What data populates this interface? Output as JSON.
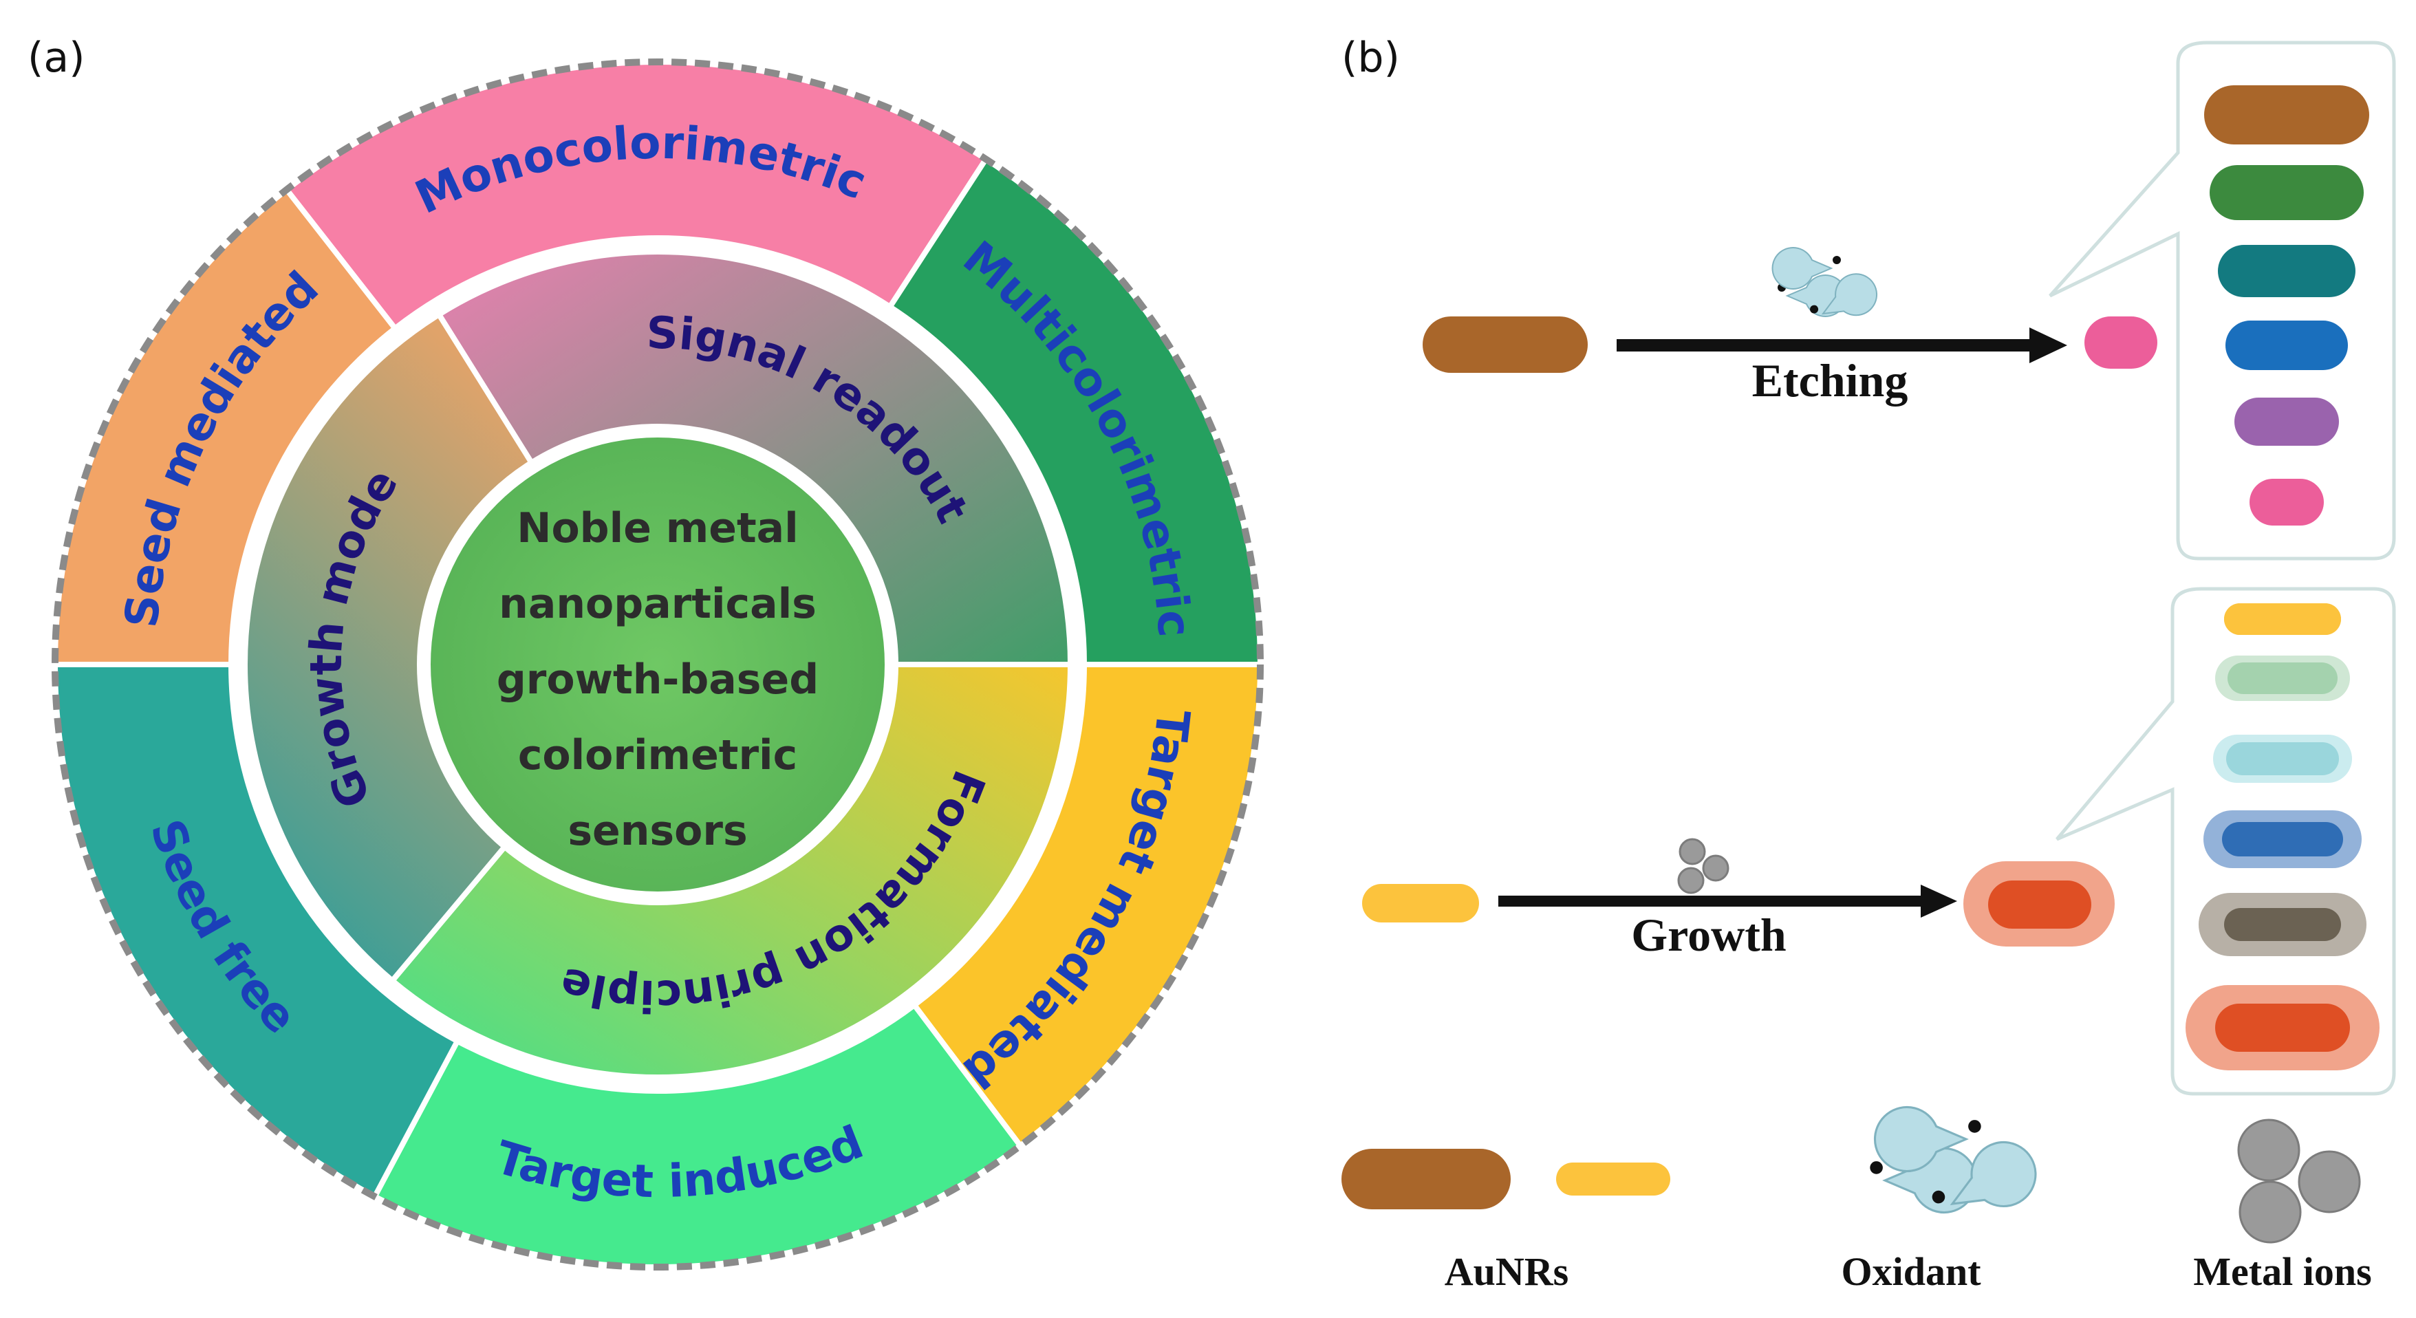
{
  "panel_a": {
    "label": "(a)",
    "center_lines": [
      "Noble metal",
      "nanoparticals",
      "growth-based",
      "colorimetric",
      "sensors"
    ],
    "middle_ring": [
      {
        "label": "Signal readout",
        "color_start": "#e880b0",
        "color_end": "#3f9e68"
      },
      {
        "label": "Formation principle",
        "color_start": "#f5c62e",
        "color_end": "#46e08a"
      },
      {
        "label": "Growth mode",
        "color_start": "#e0a36a",
        "color_end": "#2f9e9a"
      }
    ],
    "outer_ring": [
      {
        "label": "Monocolorimetric",
        "color": "#f77fa6"
      },
      {
        "label": "Multicolorimetric",
        "color": "#25a05f"
      },
      {
        "label": "Target mediated",
        "color": "#fbc42a"
      },
      {
        "label": "Target induced",
        "color": "#45ea8e"
      },
      {
        "label": "Seed free",
        "color": "#2aa89a"
      },
      {
        "label": "Seed mediated",
        "color": "#f2a466"
      }
    ],
    "center_color": "#67c160"
  },
  "panel_b": {
    "label": "(b)",
    "etching": {
      "label": "Etching",
      "input_color": "#a9662a",
      "output_color": "#ec5e9a",
      "palette": [
        "#a9662a",
        "#3c8a3e",
        "#137a80",
        "#1a6fbd",
        "#9a63ad",
        "#ec5e9a"
      ]
    },
    "growth": {
      "label": "Growth",
      "input_color": "#fcc33d",
      "output_core": "#df4f24",
      "output_shell": "#f1a48b",
      "palette": [
        {
          "core": "#fcc33d",
          "shell": "#fcc33d"
        },
        {
          "core": "#a4d2ae",
          "shell": "#cfe7d4"
        },
        {
          "core": "#9ad6dc",
          "shell": "#cbecef"
        },
        {
          "core": "#2f6db5",
          "shell": "#93b2d9"
        },
        {
          "core": "#6b6253",
          "shell": "#b7b0a6"
        },
        {
          "core": "#df4f24",
          "shell": "#f1a48b"
        }
      ]
    },
    "legend": [
      {
        "label": "AuNRs",
        "icon": "gold-nanorods"
      },
      {
        "label": "Oxidant",
        "icon": "pacman-oxidant"
      },
      {
        "label": "Metal ions",
        "icon": "metal-ion-spheres"
      }
    ],
    "oxidant_color": "#b8dde6",
    "metal_ion_color": "#9a9a9a"
  }
}
